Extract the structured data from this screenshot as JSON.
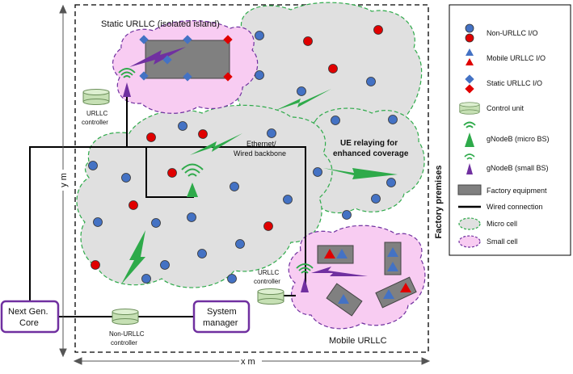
{
  "title": "Static URLLC (isolated island)",
  "labels": {
    "ethernet_line1": "Ethernet/",
    "ethernet_line2": "Wired backbone",
    "relay_line1": "UE relaying for",
    "relay_line2": "enhanced coverage",
    "mobile_urllc": "Mobile URLLC",
    "urllc_controller_top_1": "URLLC",
    "urllc_controller_top_2": "controller",
    "urllc_controller_right_1": "URLLC",
    "urllc_controller_right_2": "controller",
    "non_urllc_controller_1": "Non-URLLC",
    "non_urllc_controller_2": "controller",
    "core_line1": "Next Gen.",
    "core_line2": "Core",
    "manager_line1": "System",
    "manager_line2": "manager",
    "y_axis": "y m",
    "x_axis": "x m",
    "factory_premises": "Factory premises"
  },
  "legend": [
    {
      "label": "Non-URLLC I/O",
      "icon": "blue-red-circles-icon"
    },
    {
      "label": "Mobile URLLC I/O",
      "icon": "blue-red-triangles-icon"
    },
    {
      "label": "Static URLLC I/O",
      "icon": "blue-red-diamonds-icon"
    },
    {
      "label": "Control unit",
      "icon": "cylinder-icon"
    },
    {
      "label": "gNodeB (micro BS)",
      "icon": "green-antenna-icon"
    },
    {
      "label": "gNodeB (small BS)",
      "icon": "purple-antenna-icon"
    },
    {
      "label": "Factory equipment",
      "icon": "gray-rectangle-icon"
    },
    {
      "label": "Wired connection",
      "icon": "black-line-icon"
    },
    {
      "label": "Micro cell",
      "icon": "green-dashed-cloud-icon"
    },
    {
      "label": "Small cell",
      "icon": "purple-dashed-cloud-icon"
    }
  ],
  "colors": {
    "blue": "#4472C4",
    "red": "#E00000",
    "green": "#2EAA4A",
    "purple": "#7030A0",
    "pink": "#F8CCF2",
    "cloud_gray": "#E0E0E0",
    "equipment_gray": "#808080",
    "cylinder": "#C6E0B4"
  }
}
